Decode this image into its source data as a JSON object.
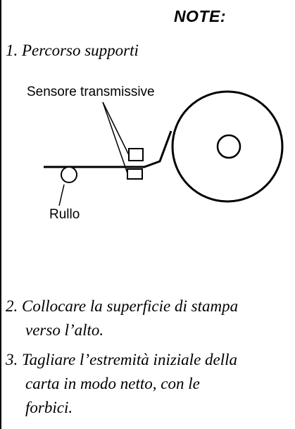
{
  "note": {
    "title": "NOTE:"
  },
  "steps": [
    {
      "lines": [
        "1. Percorso supporti"
      ]
    },
    {
      "lines": [
        "2. Collocare la superficie di stampa",
        "verso l’alto."
      ]
    },
    {
      "lines": [
        "3. Tagliare l’estremità iniziale della",
        "carta in modo netto, con le",
        "forbici."
      ]
    }
  ],
  "diagram": {
    "sensor_label": "Sensore transmissive",
    "roller_label": "Rullo"
  }
}
